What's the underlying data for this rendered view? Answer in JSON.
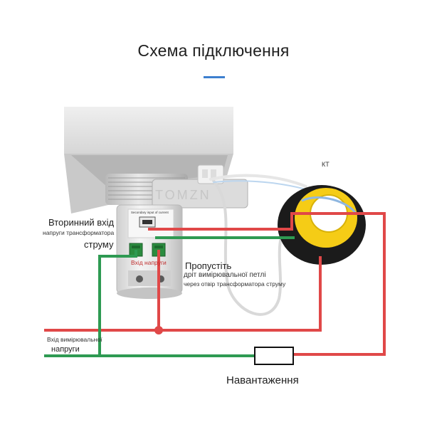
{
  "header": {
    "title": "Схема підключення"
  },
  "labels": {
    "secondary_input_line1": "Вторинний вхід",
    "secondary_input_line2": "напруги трансформатора",
    "secondary_input_line3": "струму",
    "voltage_input": "Вхід напруги",
    "pass_through_line1": "Пропустіть",
    "pass_through_line2": "дріт вимірювальної петлі",
    "pass_through_line3": "через отвір трансформатора струму",
    "measured_voltage_line1": "Вхід вимірювальної",
    "measured_voltage_line2": "напруги",
    "ct": "КТ",
    "load": "Навантаження",
    "device_module_text": "Secondary input of current",
    "watermark": "TOMZN"
  },
  "colors": {
    "wire_red": "#e04848",
    "wire_green": "#2e9a52",
    "accent_blue": "#3d7fcf",
    "ct_yellow": "#f5cc16",
    "ct_black": "#1b1b1b"
  }
}
